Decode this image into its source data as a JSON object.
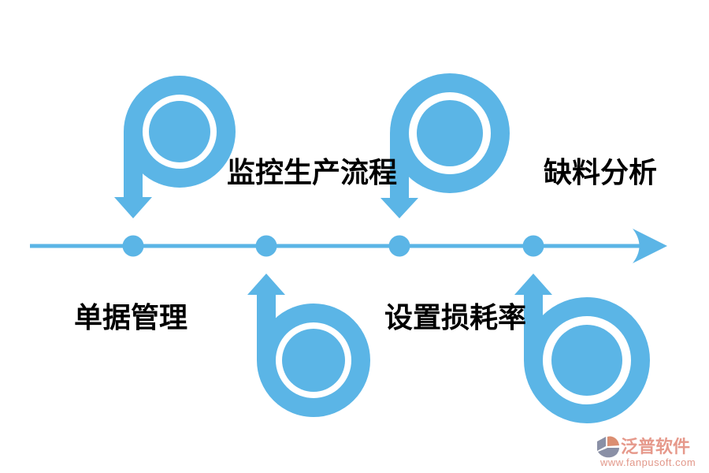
{
  "diagram": {
    "type": "horizontal-timeline-with-loop-arrows",
    "accent_color": "#5BB5E6",
    "label_color": "#000000",
    "node_count": 4,
    "steps": [
      {
        "id": "documents",
        "label": "单据管理",
        "arrow_from": "top",
        "label_side": "below-line"
      },
      {
        "id": "monitor-production",
        "label": "监控生产流程",
        "arrow_from": "bottom",
        "label_side": "above-line"
      },
      {
        "id": "loss-rate",
        "label": "设置损耗率",
        "arrow_from": "top",
        "label_side": "below-line"
      },
      {
        "id": "shortage-analysis",
        "label": "缺料分析",
        "arrow_from": "bottom",
        "label_side": "above-line"
      }
    ]
  },
  "watermark": {
    "brand": "泛普软件",
    "url": "www.fanpusoft.com",
    "text_color": "#E6998B",
    "logo_colors": {
      "gray": "#8A90A6",
      "coral": "#DB8E71"
    }
  }
}
